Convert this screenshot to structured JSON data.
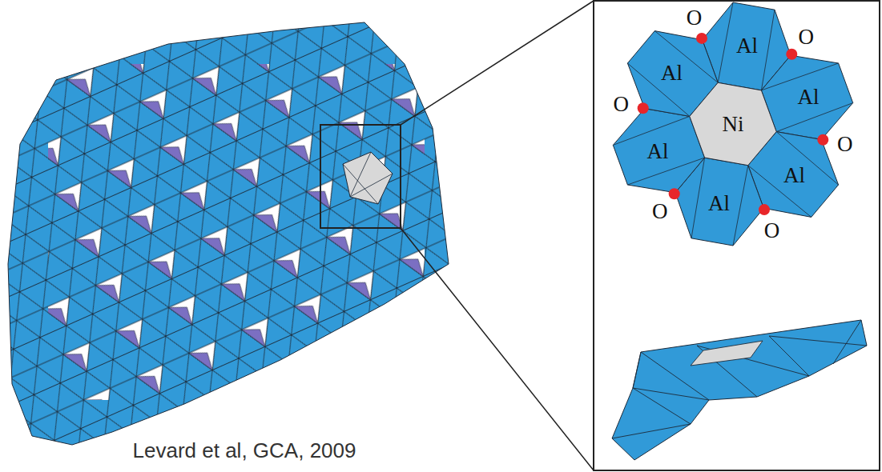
{
  "diagram": {
    "labels": [
      "O",
      "O",
      "Al",
      "Al",
      "Al",
      "O",
      "Ni",
      "O",
      "Al",
      "Al",
      "Al",
      "O",
      "O",
      "Levard et al, GCA, 2009"
    ]
  }
}
